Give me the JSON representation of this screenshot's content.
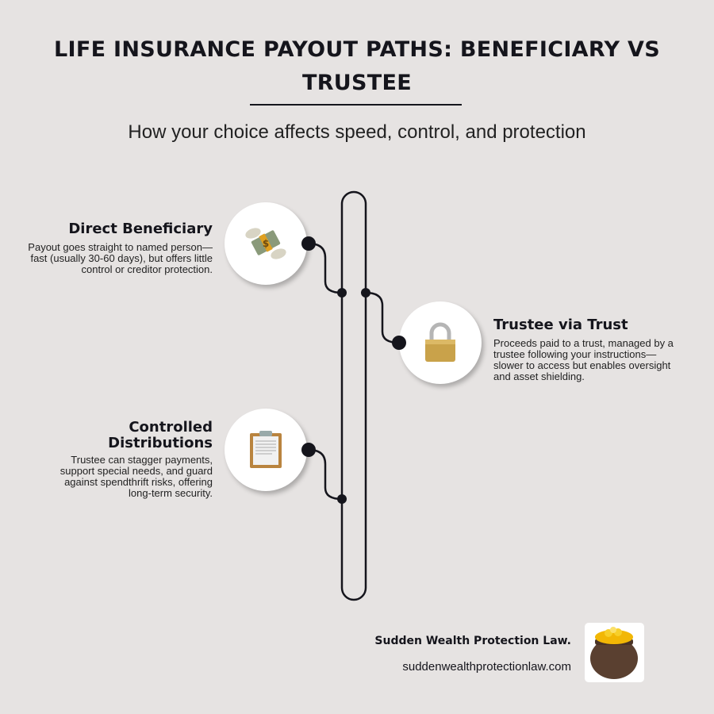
{
  "header": {
    "title": "LIFE INSURANCE PAYOUT PATHS: BENEFICIARY VS TRUSTEE",
    "subtitle": "How your choice affects speed, control, and protection"
  },
  "items": [
    {
      "title": "Direct Beneficiary",
      "text": "Payout goes straight to named person—fast (usually 30-60 days), but offers little control or creditor protection.",
      "icon": "money-with-wings-icon"
    },
    {
      "title": "Trustee via Trust",
      "text": "Proceeds paid to a trust, managed by a trustee following your instructions—slower to access but enables oversight and asset shielding.",
      "icon": "padlock-icon"
    },
    {
      "title": "Controlled Distributions",
      "text": "Trustee can stagger payments, support special needs, and guard against spendthrift risks, offering long-term security.",
      "icon": "clipboard-icon"
    }
  ],
  "footer": {
    "brand": "Sudden Wealth Protection Law.",
    "url": "suddenwealthprotectionlaw.com",
    "logo_icon": "pot-of-gold-icon"
  },
  "colors": {
    "background": "#e6e3e2",
    "ink": "#15151c"
  }
}
